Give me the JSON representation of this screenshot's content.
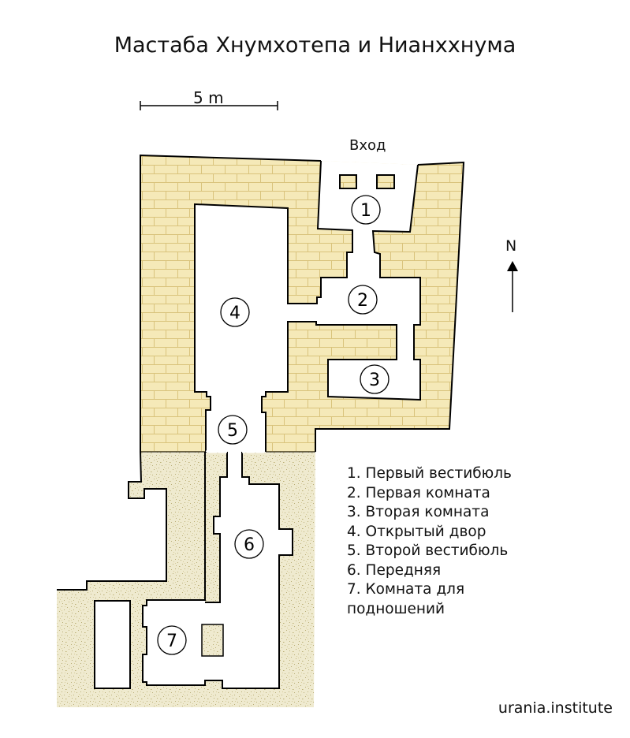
{
  "title": "Мастаба Хнумхотепа и Нианххнума",
  "scale_bar": {
    "label": "5 m"
  },
  "entrance_label": "Вход",
  "north_label": "N",
  "rooms": [
    {
      "number": "1",
      "name": "Первый вестибюль"
    },
    {
      "number": "2",
      "name": "Первая комната"
    },
    {
      "number": "3",
      "name": "Вторая комната"
    },
    {
      "number": "4",
      "name": "Открытый двор"
    },
    {
      "number": "5",
      "name": "Второй вестибюль"
    },
    {
      "number": "6",
      "name": "Передняя"
    },
    {
      "number": "7",
      "name": "Комната для"
    }
  ],
  "legend": [
    "1. Первый вестибюль",
    "2. Первая комната",
    "3. Вторая комната",
    "4. Открытый двор",
    "5. Второй вестибюль",
    "6. Передняя",
    "7. Комната для",
    "подношений"
  ],
  "credit": "urania.institute",
  "colors": {
    "brick_fill": "#f5e9b8",
    "brick_line": "#d9c37c",
    "stone_fill": "#efeacf",
    "stone_dot": "#b9ae78",
    "wall": "#000000"
  }
}
